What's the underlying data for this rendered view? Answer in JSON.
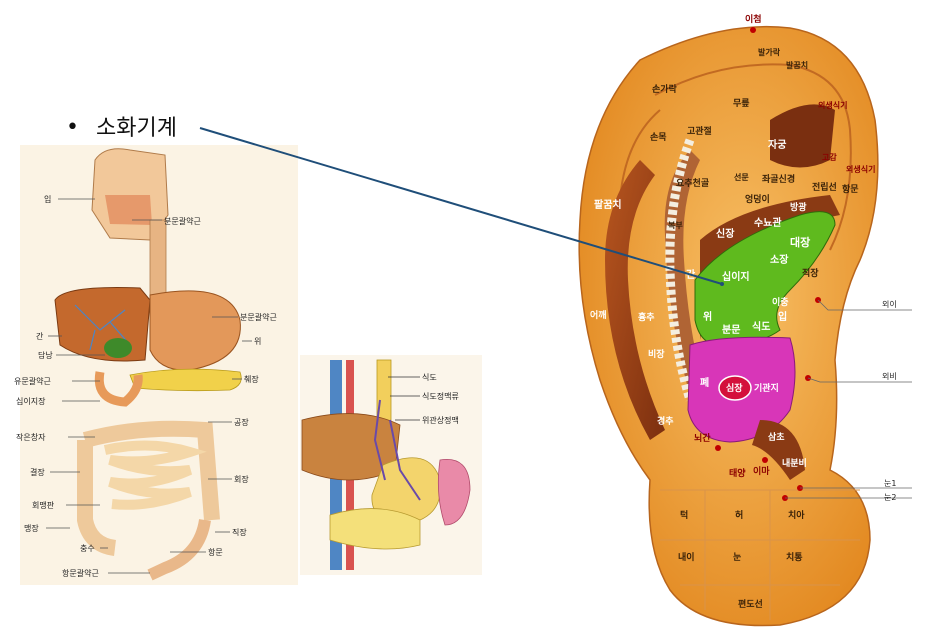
{
  "title": {
    "bullet": "•",
    "text": "소화기계"
  },
  "digestive": {
    "labels": [
      "입",
      "분문괄약근",
      "분문괄약근",
      "간",
      "위",
      "담낭",
      "췌장",
      "유문괄약근",
      "십이지장",
      "공장",
      "작은창자",
      "결장",
      "회장",
      "회맹판",
      "맹장",
      "직장",
      "충수",
      "항문",
      "항문괄약근"
    ]
  },
  "esophagus": {
    "labels": [
      "식도",
      "식도정맥류",
      "위관상정맥"
    ]
  },
  "ear": {
    "top_point": "이첨",
    "helix": [
      "발가락",
      "발꿈치",
      "손가락",
      "외생식기",
      "무릎",
      "고관절",
      "손목",
      "자궁",
      "요추천골",
      "선문",
      "좌골신경",
      "고감",
      "외생식기",
      "팔꿈치",
      "엉덩이",
      "방광",
      "전립선",
      "항문",
      "복부",
      "신장",
      "수뇨관",
      "대장",
      "간",
      "십이지",
      "소장",
      "직장",
      "어깨",
      "흉추",
      "위",
      "이충",
      "분문",
      "식도",
      "입",
      "비장",
      "폐",
      "심장",
      "기관지",
      "경추",
      "뇌간",
      "삼초",
      "태양",
      "이마",
      "내분비",
      "턱",
      "허",
      "치아",
      "내이",
      "눈",
      "치통",
      "편도선"
    ],
    "outer_labels": [
      "외이",
      "외비",
      "눈1",
      "눈2"
    ]
  },
  "colors": {
    "ear_base": "#f0a040",
    "ear_light": "#f9c86a",
    "helix_dark": "#a0471b",
    "concha_green": "#5fba1e",
    "concha_magenta": "#d836b8",
    "heart_red": "#d4103b",
    "leader_line": "#1f4e79"
  }
}
